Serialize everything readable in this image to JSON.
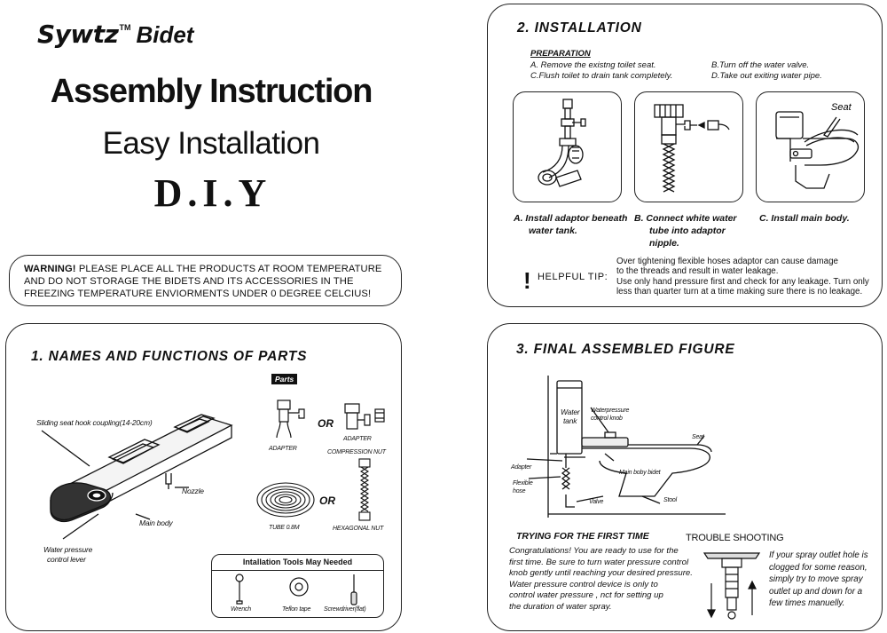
{
  "header": {
    "brand_logo": "Sywtz",
    "brand_tm": "TM",
    "brand_name": "Bidet",
    "main_title": "Assembly Instruction",
    "sub_title": "Easy Installation",
    "diy": "D.I.Y"
  },
  "warning": {
    "label": "WARNING!",
    "line1": " PLEASE PLACE ALL THE PRODUCTS AT ROOM TEMPERATURE",
    "line2": "AND DO NOT STORAGE THE BIDETS AND ITS ACCESSORIES IN THE",
    "line3": "FREEZING TEMPERATURE ENVIORMENTS UNDER 0 DEGREE CELCIUS!"
  },
  "installation": {
    "title": "2. INSTALLATION",
    "prep_head": "PREPARATION",
    "prep": {
      "a": "A. Remove the existng toilet seat.",
      "b": "B.Turn off the water valve.",
      "c": "C.Flush toilet to drain tank completely.",
      "d": "D.Take out exiting water pipe."
    },
    "seat_label": "Seat",
    "steps": [
      {
        "line1": "A.  Install adaptor beneath",
        "line2": "water tank.",
        "line3": ""
      },
      {
        "line1": "B.  Connect white water",
        "line2": "tube into adaptor",
        "line3": "nipple."
      },
      {
        "line1": "C.  Install main body.",
        "line2": "",
        "line3": ""
      }
    ],
    "tip_icon": "!",
    "tip_label": "HELPFUL TIP:",
    "tip": {
      "line1": "Over tightening flexible hoses adaptor can cause damage",
      "line2": "to the threads and result in water leakage.",
      "line3": "Use only hand pressure first and check for any leakage. Turn only",
      "line4": "less than quarter turn at a time making sure there is no leakage."
    }
  },
  "names": {
    "title": "1. NAMES AND FUNCTIONS OF PARTS",
    "labels": {
      "sliding": "Sliding seat hook coupling(14-20cm)",
      "nozzle": "Nozzle",
      "main_body": "Main body",
      "water_pressure_1": "Water pressure",
      "water_pressure_2": "control lever"
    },
    "parts_tag": "Parts",
    "parts": {
      "adapter_1": "ADAPTER",
      "adapter_2": "ADAPTER",
      "compression_nut": "COMPRESSION NUT",
      "tube": "TUBE 0.8M",
      "hex_nut": "HEXAGONAL NUT",
      "or": "OR"
    },
    "tools": {
      "title": "Intallation Tools May Needed",
      "wrench": "Wrench",
      "teflon": "Teflon tape",
      "screwdriver": "Screwdriver(flat)"
    }
  },
  "final": {
    "title": "3. FINAL ASSEMBLED FIGURE",
    "labels": {
      "water_tank_1": "Water",
      "water_tank_2": "tank",
      "wp_1": "Waterpressure",
      "wp_2": "control knob",
      "seat": "Seat",
      "adapter": "Adapter",
      "flexible_1": "Flexible",
      "flexible_2": "hose",
      "main_body": "Main boby bidet",
      "valve": "Valve",
      "stool": "Stool"
    },
    "try_title": "TRYING FOR THE FIRST TIME",
    "try": {
      "line1": "Congratulations! You are ready to use for the",
      "line2": "first time. Be sure to turn water pressure control",
      "line3": "knob gently until reaching your desired pressure.",
      "line4": "Water pressure control device is only to",
      "line5": "control water pressure , nct for setting up",
      "line6": "the duration of water spray."
    },
    "ts_title": "TROUBLE SHOOTING",
    "ts": {
      "line1": "If your spray outlet hole is",
      "line2": "clogged for some reason,",
      "line3": "simply try to move spray",
      "line4": "outlet up and down for a",
      "line5": "few times manuelly."
    }
  }
}
